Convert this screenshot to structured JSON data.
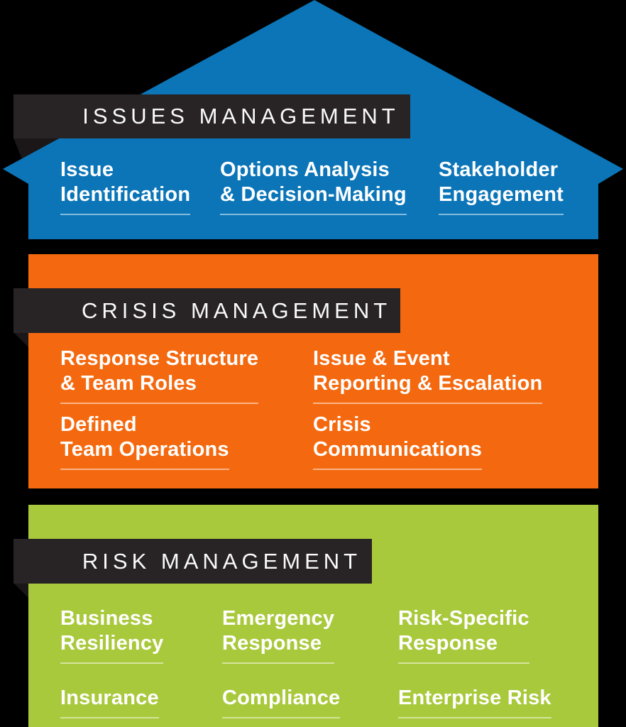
{
  "colors": {
    "background": "#000000",
    "banner_bg": "#282324",
    "fold": "#1b1718",
    "issues_blue": "#0b75b8",
    "crisis_orange": "#f4690f",
    "risk_green": "#a9c93d",
    "text": "#ffffff",
    "underline": "rgba(255,255,255,0.5)"
  },
  "sections": [
    {
      "label": "ISSUES MANAGEMENT",
      "items": [
        {
          "lines": [
            "Issue",
            "Identification"
          ]
        },
        {
          "lines": [
            "Options Analysis",
            "& Decision-Making"
          ]
        },
        {
          "lines": [
            "Stakeholder",
            "Engagement"
          ]
        }
      ]
    },
    {
      "label": "CRISIS MANAGEMENT",
      "items": [
        {
          "lines": [
            "Response Structure",
            "& Team Roles"
          ]
        },
        {
          "lines": [
            "Issue & Event",
            "Reporting & Escalation"
          ]
        },
        {
          "lines": [
            "Defined",
            "Team Operations"
          ]
        },
        {
          "lines": [
            "Crisis",
            "Communications"
          ]
        }
      ]
    },
    {
      "label": "RISK MANAGEMENT",
      "items": [
        {
          "lines": [
            "Business",
            "Resiliency"
          ]
        },
        {
          "lines": [
            "Emergency",
            "Response"
          ]
        },
        {
          "lines": [
            "Risk-Specific",
            "Response"
          ]
        },
        {
          "lines": [
            "Insurance"
          ]
        },
        {
          "lines": [
            "Compliance"
          ]
        },
        {
          "lines": [
            "Enterprise Risk"
          ]
        }
      ]
    }
  ]
}
